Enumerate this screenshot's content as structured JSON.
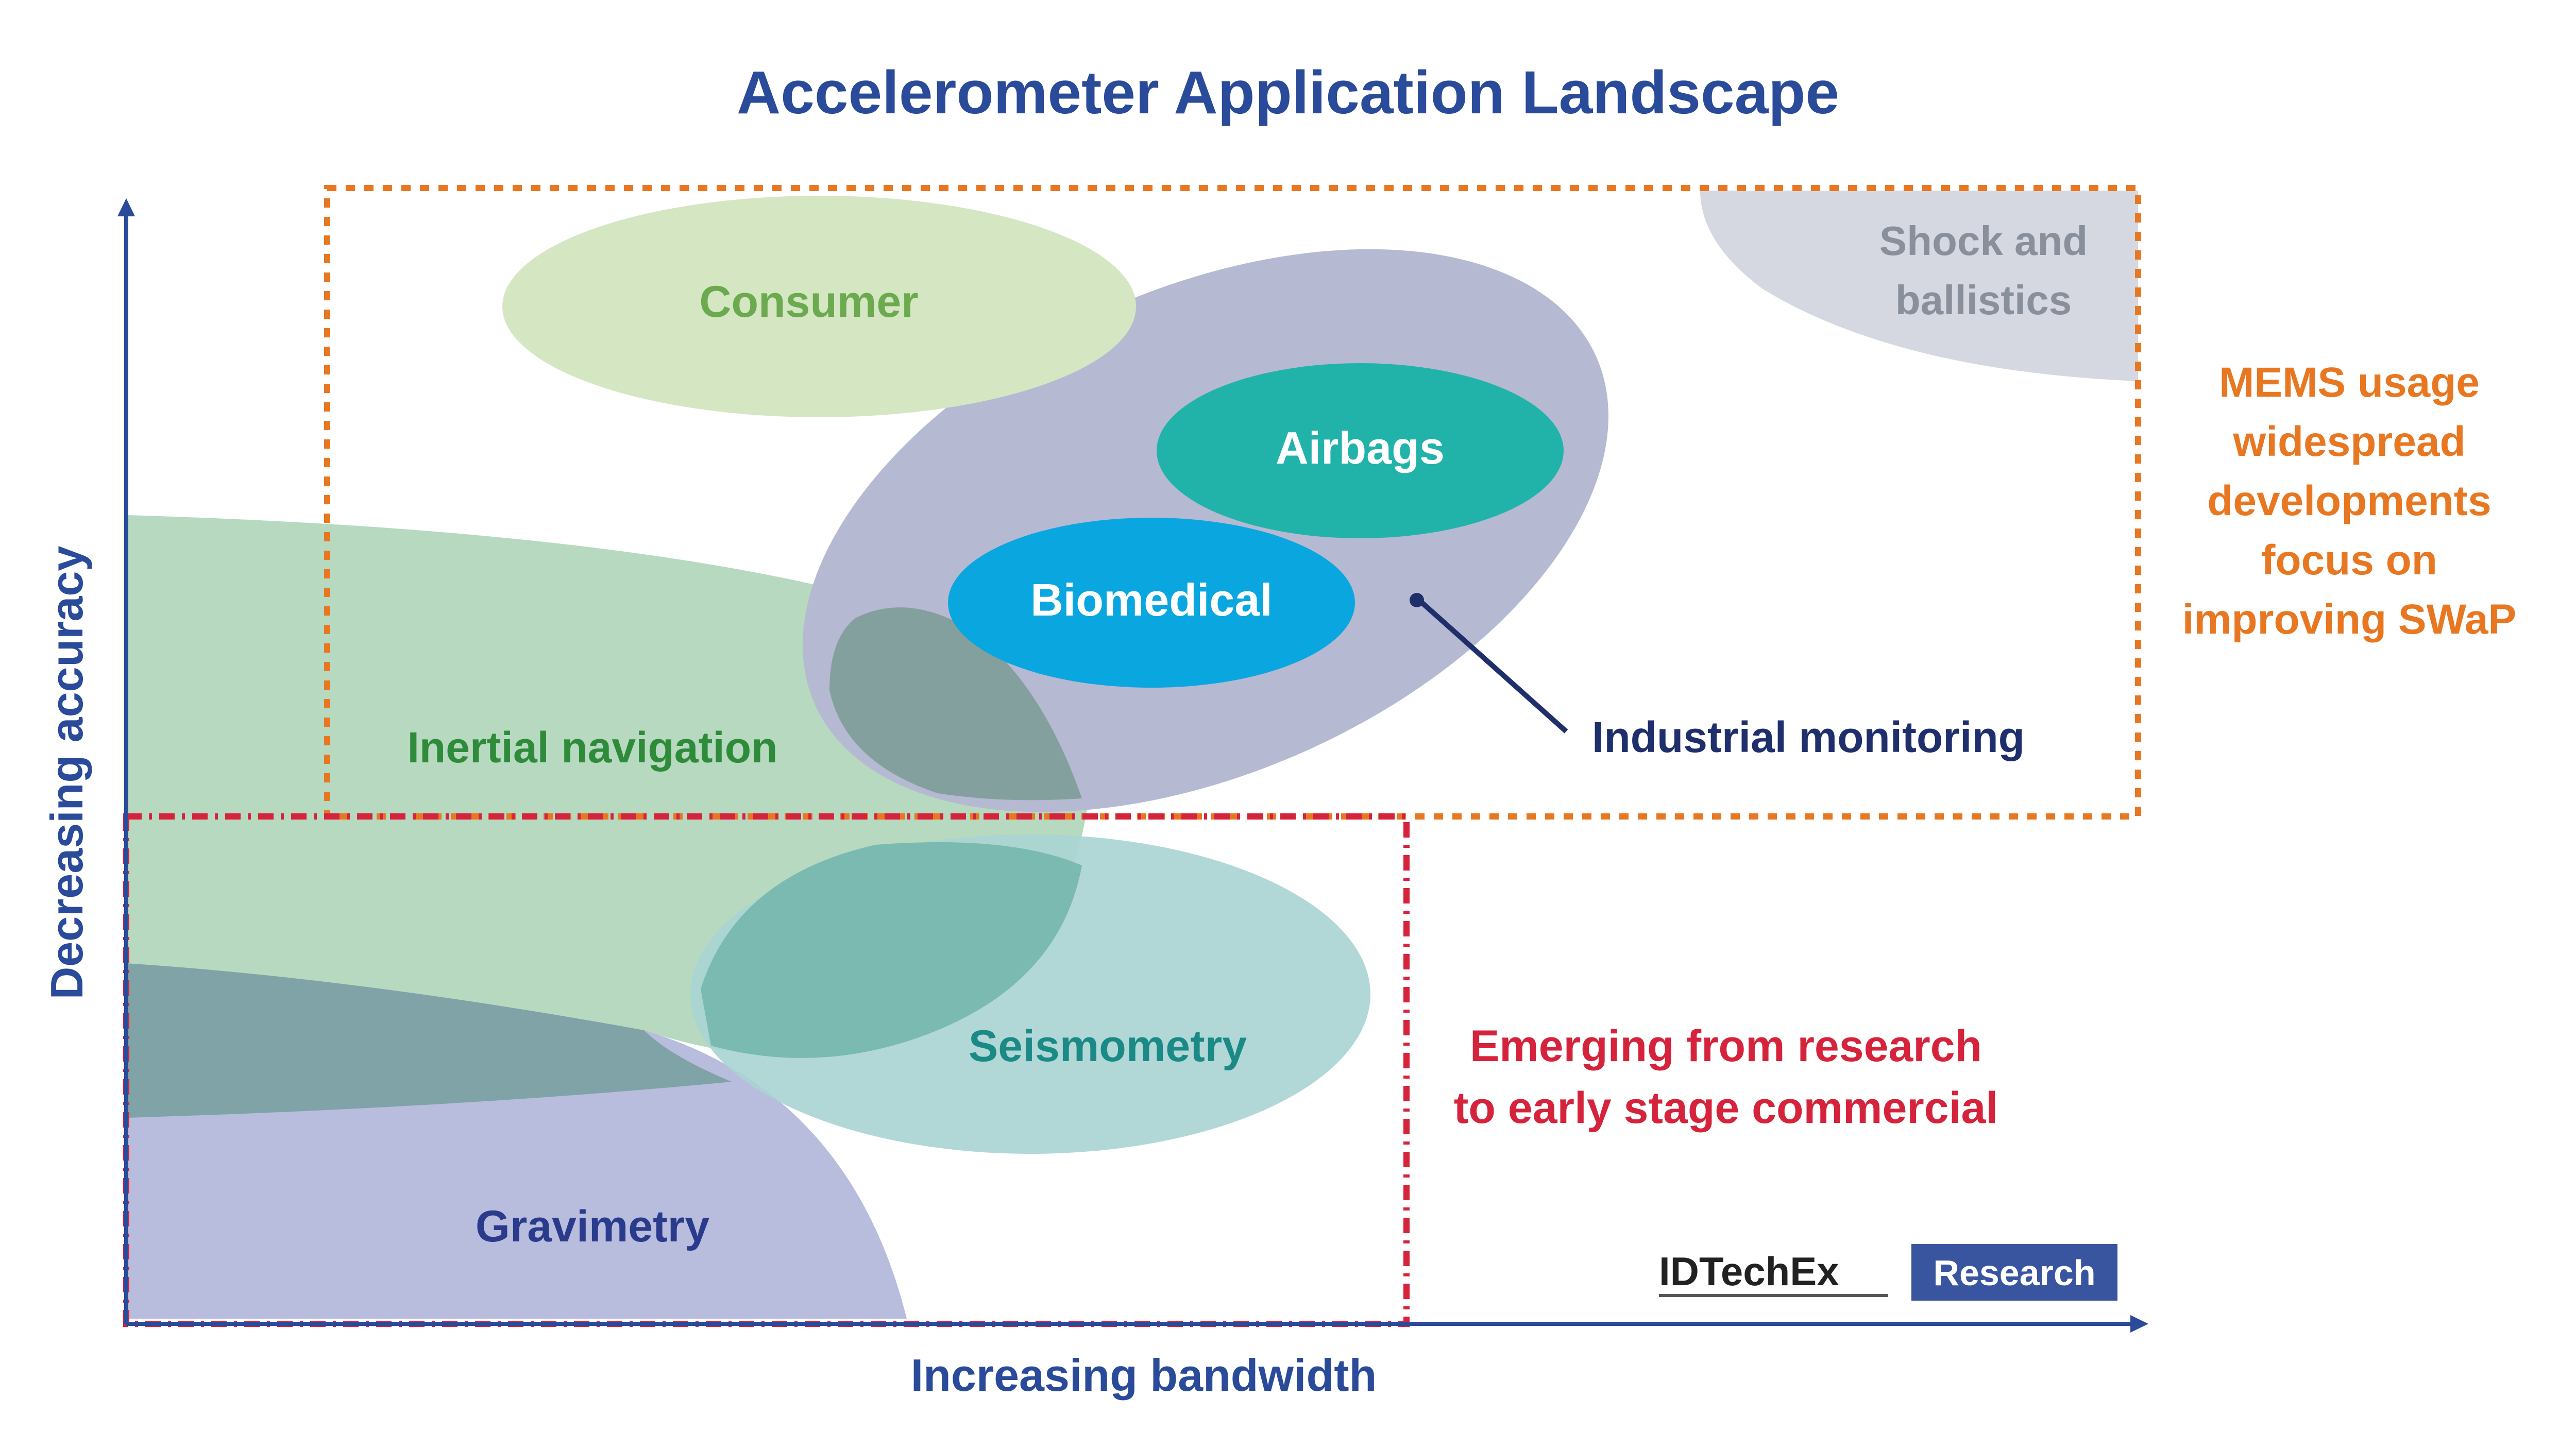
{
  "title": "Accelerometer Application Landscape",
  "axes": {
    "y_label": "Decreasing accuracy",
    "x_label": "Increasing bandwidth"
  },
  "regions": {
    "mems": {
      "label_lines": [
        "MEMS usage",
        "widespread",
        "developments",
        "focus on",
        "improving SWaP"
      ],
      "color": "#E87722"
    },
    "emerging": {
      "label_lines": [
        "Emerging from research",
        "to early stage commercial"
      ],
      "color": "#D6233C"
    }
  },
  "applications": {
    "consumer": {
      "label": "Consumer",
      "color": "#D5E6C3",
      "text_color": "#6BAA4E"
    },
    "shock": {
      "label_lines": [
        "Shock and",
        "ballistics"
      ],
      "color": "#D5D8E0",
      "text_color": "#8A8F9C"
    },
    "airbags": {
      "label": "Airbags",
      "color": "#21B3AA",
      "text_color": "#FFFFFF"
    },
    "biomedical": {
      "label": "Biomedical",
      "color": "#0AA6E0",
      "text_color": "#FFFFFF"
    },
    "industrial": {
      "label": "Industrial monitoring",
      "color": "#B6B9D2",
      "text_color": "#1F2F6B"
    },
    "inertial": {
      "label": "Inertial navigation",
      "color": "#A9D2B5",
      "text_color": "#2E8B3A"
    },
    "seismometry": {
      "label": "Seismometry",
      "color": "#A9D4D3",
      "text_color": "#1B8A86"
    },
    "gravimetry": {
      "label": "Gravimetry",
      "color": "#B8BCDD",
      "text_color": "#2A3B8C"
    }
  },
  "logo": {
    "left": "IDTechEx",
    "right": "Research"
  },
  "colors": {
    "title": "#2A4A9A",
    "axis": "#2A4A9A"
  }
}
